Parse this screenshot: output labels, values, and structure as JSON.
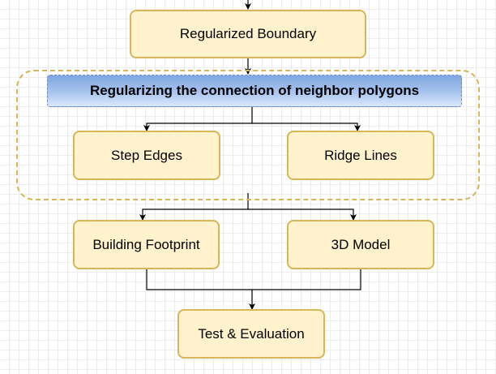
{
  "diagram": {
    "group_title": "Regularizing the connection of neighbor polygons",
    "nodes": {
      "regularized_boundary": "Regularized Boundary",
      "step_edges": "Step Edges",
      "ridge_lines": "Ridge Lines",
      "building_footprint": "Building Footprint",
      "model_3d": "3D Model",
      "test_evaluation": "Test & Evaluation"
    },
    "colors": {
      "node_fill": "#fff2cc",
      "node_border": "#d6b656",
      "title_fill": "#7ea6e0",
      "title_border": "#6c8ebf",
      "edge": "#000000"
    }
  }
}
